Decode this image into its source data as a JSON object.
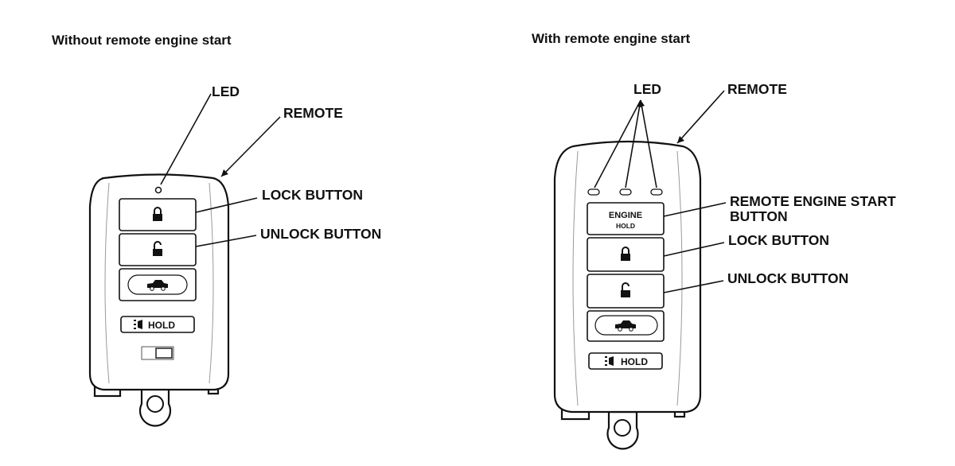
{
  "left": {
    "heading": "Without remote engine start",
    "labels": {
      "led": "LED",
      "remote": "REMOTE",
      "lock": "LOCK BUTTON",
      "unlock": "UNLOCK BUTTON"
    },
    "hold_button": "HOLD"
  },
  "right": {
    "heading": "With remote engine start",
    "labels": {
      "led": "LED",
      "remote": "REMOTE",
      "engine_start_line1": "REMOTE ENGINE START",
      "engine_start_line2": "BUTTON",
      "lock": "LOCK BUTTON",
      "unlock": "UNLOCK BUTTON"
    },
    "engine_button_line1": "ENGINE",
    "engine_button_line2": "HOLD",
    "hold_button": "HOLD"
  },
  "icons": [
    "lock-icon",
    "unlock-icon",
    "trunk-car-icon",
    "panic-horn-icon"
  ]
}
